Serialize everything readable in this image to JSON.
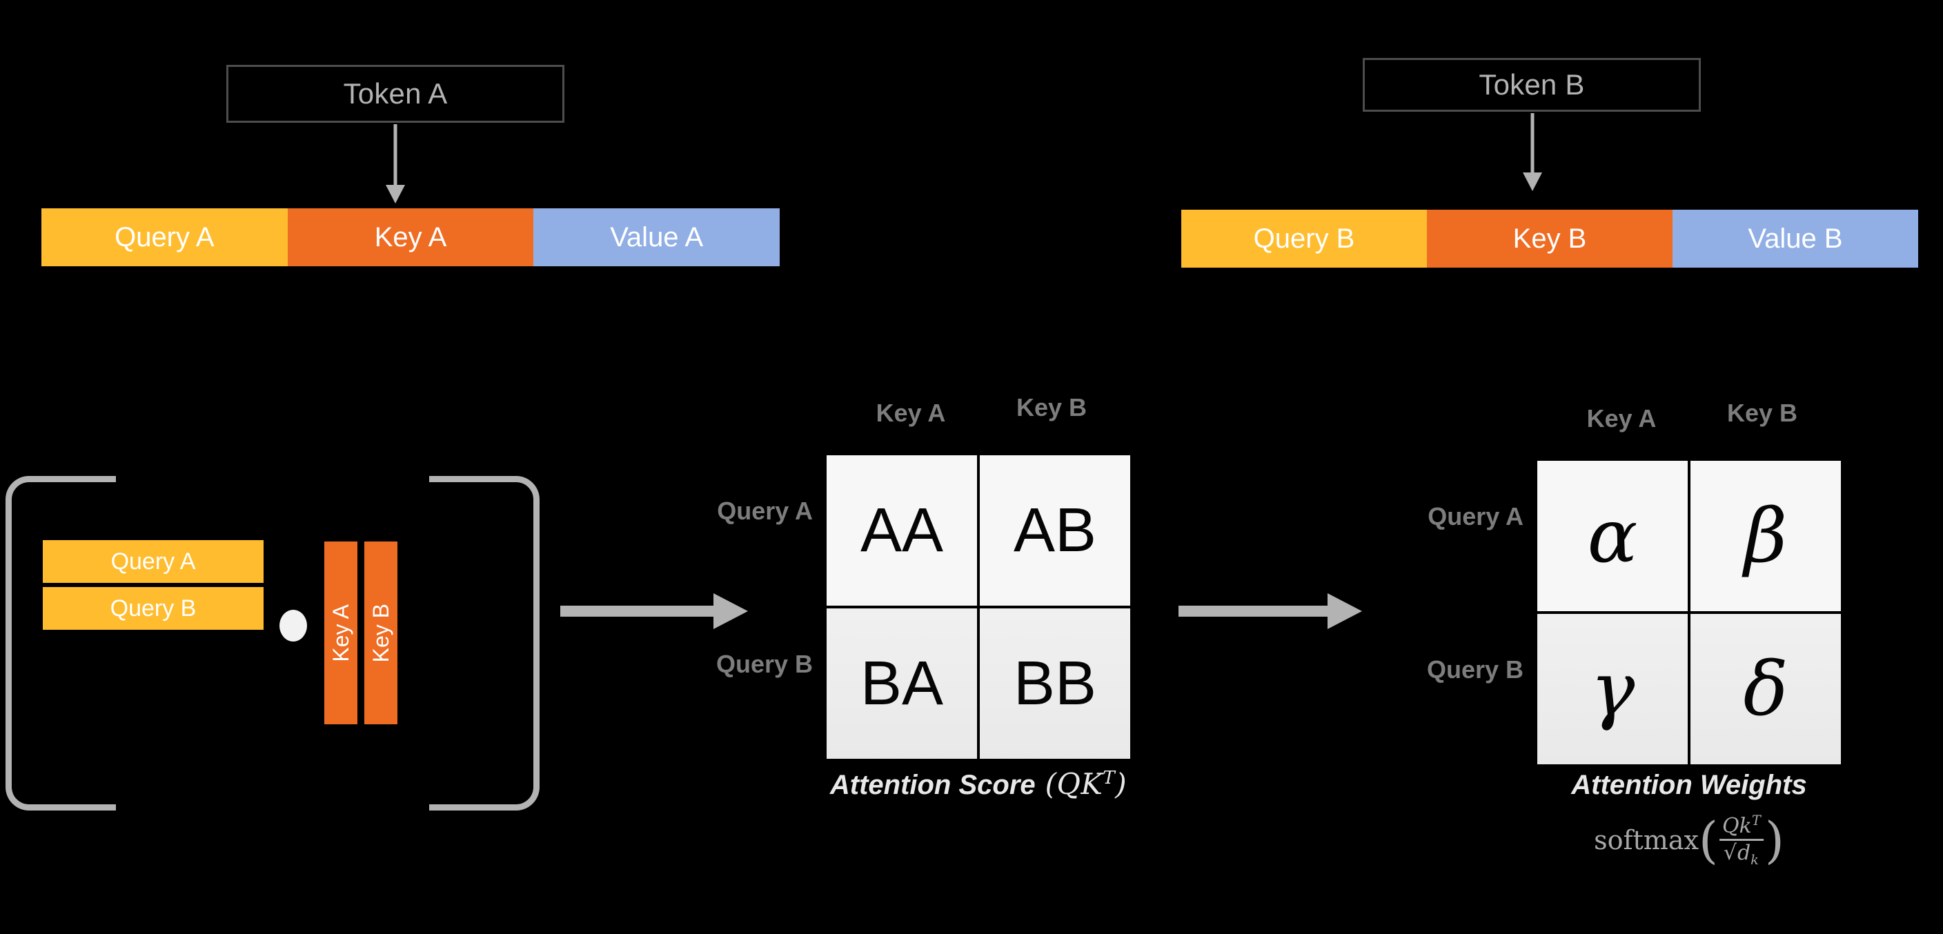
{
  "tokens": [
    {
      "box_label": "Token A",
      "qkv": [
        {
          "label": "Query A",
          "role": "query",
          "color": "#ffbc2e"
        },
        {
          "label": "Key A",
          "role": "key",
          "color": "#ef6c23"
        },
        {
          "label": "Value A",
          "role": "value",
          "color": "#91afe5"
        }
      ]
    },
    {
      "box_label": "Token B",
      "qkv": [
        {
          "label": "Query B",
          "role": "query",
          "color": "#ffbc2e"
        },
        {
          "label": "Key B",
          "role": "key",
          "color": "#ef6c23"
        },
        {
          "label": "Value B",
          "role": "value",
          "color": "#91afe5"
        }
      ]
    }
  ],
  "matmul": {
    "query_rows": [
      "Query A",
      "Query B"
    ],
    "key_columns": [
      "Key A",
      "Key B"
    ],
    "operator": "dot-product"
  },
  "score_matrix": {
    "col_headers": [
      "Key A",
      "Key B"
    ],
    "row_headers": [
      "Query A",
      "Query B"
    ],
    "cells": [
      [
        "AA",
        "AB"
      ],
      [
        "BA",
        "BB"
      ]
    ],
    "caption": "Attention Score",
    "caption_math_open": "(",
    "caption_math_q": "Q",
    "caption_math_k": "K",
    "caption_math_sup": "T",
    "caption_math_close": ")"
  },
  "weights_matrix": {
    "col_headers": [
      "Key A",
      "Key B"
    ],
    "row_headers": [
      "Query A",
      "Query B"
    ],
    "cells": [
      [
        "α",
        "β"
      ],
      [
        "γ",
        "δ"
      ]
    ],
    "caption": "Attention Weights",
    "formula": {
      "fn": "softmax",
      "open": "(",
      "numerator_q": "Q",
      "numerator_k": "k",
      "numerator_sup": "T",
      "denominator_radical": "√",
      "denominator_d": "d",
      "denominator_sub": "k",
      "close": ")"
    }
  },
  "arrows": {
    "token_to_qkv_a": "down-arrow",
    "token_to_qkv_b": "down-arrow",
    "matmul_to_score": "right-arrow",
    "score_to_weights": "right-arrow"
  },
  "colors": {
    "background": "#000000",
    "query": "#ffbc2e",
    "key": "#ef6c23",
    "value": "#91afe5",
    "label_grey": "#7d7d7d",
    "arrow_grey": "#b3b3b3",
    "cell_light": "#f7f7f7",
    "caption_white": "#e8e8e8"
  }
}
